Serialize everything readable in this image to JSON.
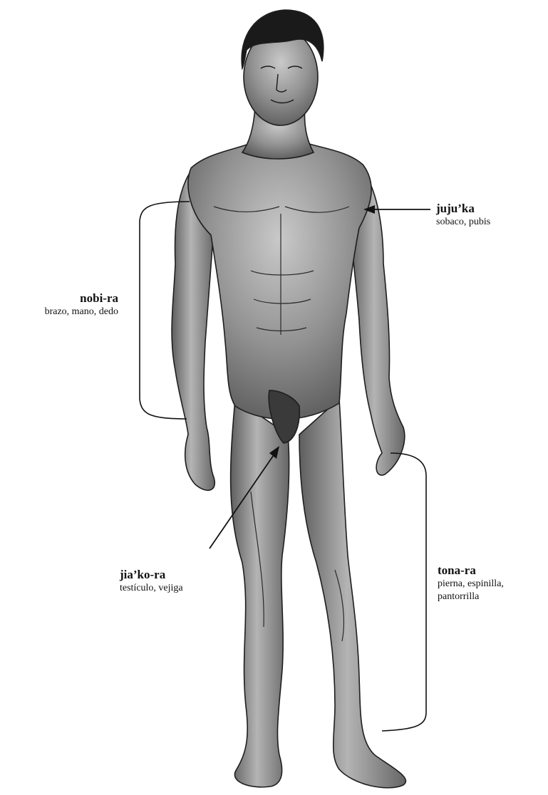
{
  "labels": {
    "jujuka": {
      "term": "juju’ka",
      "gloss": "sobaco, pubis"
    },
    "nobira": {
      "term": "nobi-ra",
      "gloss": "brazo, mano, dedo"
    },
    "jiakora": {
      "term": "jia’ko-ra",
      "gloss": "testículo, vejiga"
    },
    "tonara": {
      "term": "tona-ra",
      "gloss_line1": "pierna, espinilla,",
      "gloss_line2": "pantorrilla"
    }
  },
  "colors": {
    "skin": "#8c8c8c",
    "skin_light": "#c9c9c9",
    "skin_dark": "#4a4a4a",
    "hair": "#1a1a1a",
    "line": "#111111"
  }
}
